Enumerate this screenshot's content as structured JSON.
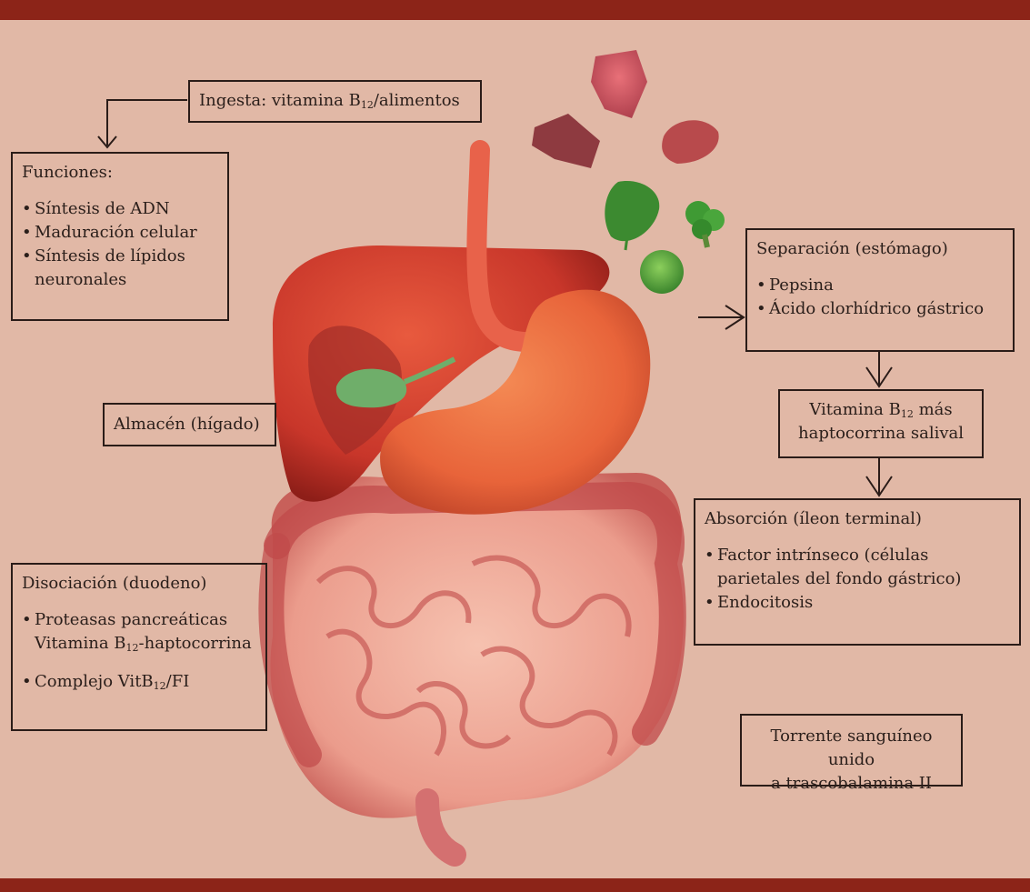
{
  "ingesta": {
    "prefix": "Ingesta: vitamina B",
    "sub": "12",
    "suffix": "/alimentos"
  },
  "funciones": {
    "title": "Funciones:",
    "items": [
      "Síntesis de ADN",
      "Maduración celular",
      "Síntesis de lípidos neuronales"
    ]
  },
  "almacen": {
    "label": "Almacén (hígado)"
  },
  "separacion": {
    "title": "Separación (estómago)",
    "items": [
      "Pepsina",
      "Ácido clorhídrico gástrico"
    ]
  },
  "vitamina_saliva": {
    "prefix": "Vitamina B",
    "sub": "12",
    "suffix": " más",
    "line2": "haptocorrina salival"
  },
  "absorcion": {
    "title": "Absorción (íleon terminal)",
    "items": [
      "Factor intrínseco (células parietales del fondo gástrico)",
      "Endocitosis"
    ]
  },
  "disociacion": {
    "title": "Disociación (duodeno)",
    "item1": "Proteasas pancreáticas",
    "item1_line2_prefix": "Vitamina B",
    "item1_line2_sub": "12",
    "item1_line2_suffix": "-haptocorrina",
    "item2_prefix": "Complejo VitB",
    "item2_sub": "12",
    "item2_suffix": "/FI"
  },
  "torrente": {
    "line1": "Torrente sanguíneo unido",
    "line2": "a trascobalamina II"
  },
  "colors": {
    "background": "#e1b8a6",
    "accent_bar": "#8c2418",
    "box_border": "#2a1c18"
  },
  "icons": [
    "digestive-system-illustration",
    "red-meat-icon",
    "leafy-greens-icon",
    "broccoli-icon",
    "brussels-sprout-icon"
  ]
}
